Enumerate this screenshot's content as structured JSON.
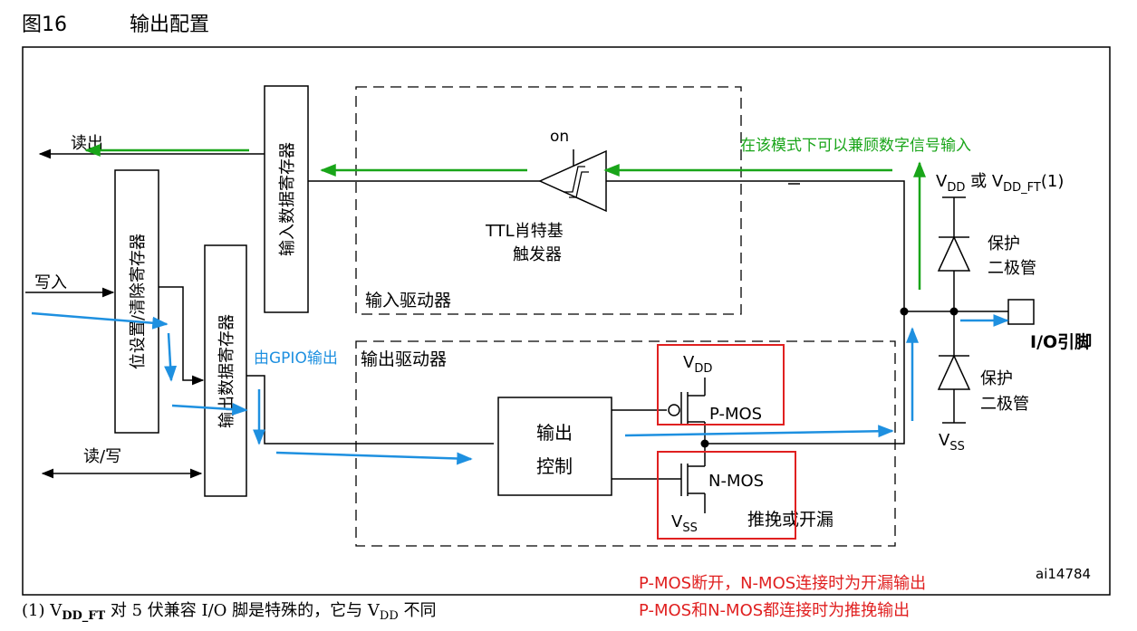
{
  "figure": {
    "number": "图16",
    "title": "输出配置",
    "ref_id": "ai14784"
  },
  "registers": {
    "input_data": "输入数据寄存器",
    "bit_set_reset": "位设置/清除寄存器",
    "output_data": "输出数据寄存器"
  },
  "signals": {
    "read": "读出",
    "write": "写入",
    "read_write": "读/写"
  },
  "input_driver": {
    "label": "输入驱动器",
    "on_label": "on",
    "schmitt_line1": "TTL肖特基",
    "schmitt_line2": "触发器"
  },
  "output_driver": {
    "label": "输出驱动器",
    "control_line1": "输出",
    "control_line2": "控制",
    "pmos": "P-MOS",
    "nmos": "N-MOS",
    "mode": "推挽或开漏",
    "vdd_main": "V",
    "vdd_sub": "DD",
    "vss_main": "V",
    "vss_sub": "SS"
  },
  "supply": {
    "top_v1": "V",
    "top_sub1": "DD",
    "top_or": " 或 ",
    "top_v2": "V",
    "top_sub2": "DD_FT",
    "top_note": "(1)",
    "bottom_main": "V",
    "bottom_sub": "SS"
  },
  "protection": {
    "line1": "保护",
    "line2": "二极管"
  },
  "pin": {
    "label": "I/O引脚"
  },
  "annotations": {
    "input_mode": "在该模式下可以兼顾数字信号输入",
    "gpio_output": "由GPIO输出",
    "note_line1": "P-MOS断开，N-MOS连接时为开漏输出",
    "note_line2": "P-MOS和N-MOS都连接时为推挽输出"
  },
  "footnote": {
    "prefix": "(1) ",
    "v1": "V",
    "sub1": "DD_FT",
    "mid": " 对 5 伏兼容 I/O 脚是特殊的，它与 ",
    "v2": "V",
    "sub2": "DD",
    "end": " 不同"
  },
  "colors": {
    "green": "#19a519",
    "blue": "#1e90e0",
    "red": "#e02020"
  }
}
